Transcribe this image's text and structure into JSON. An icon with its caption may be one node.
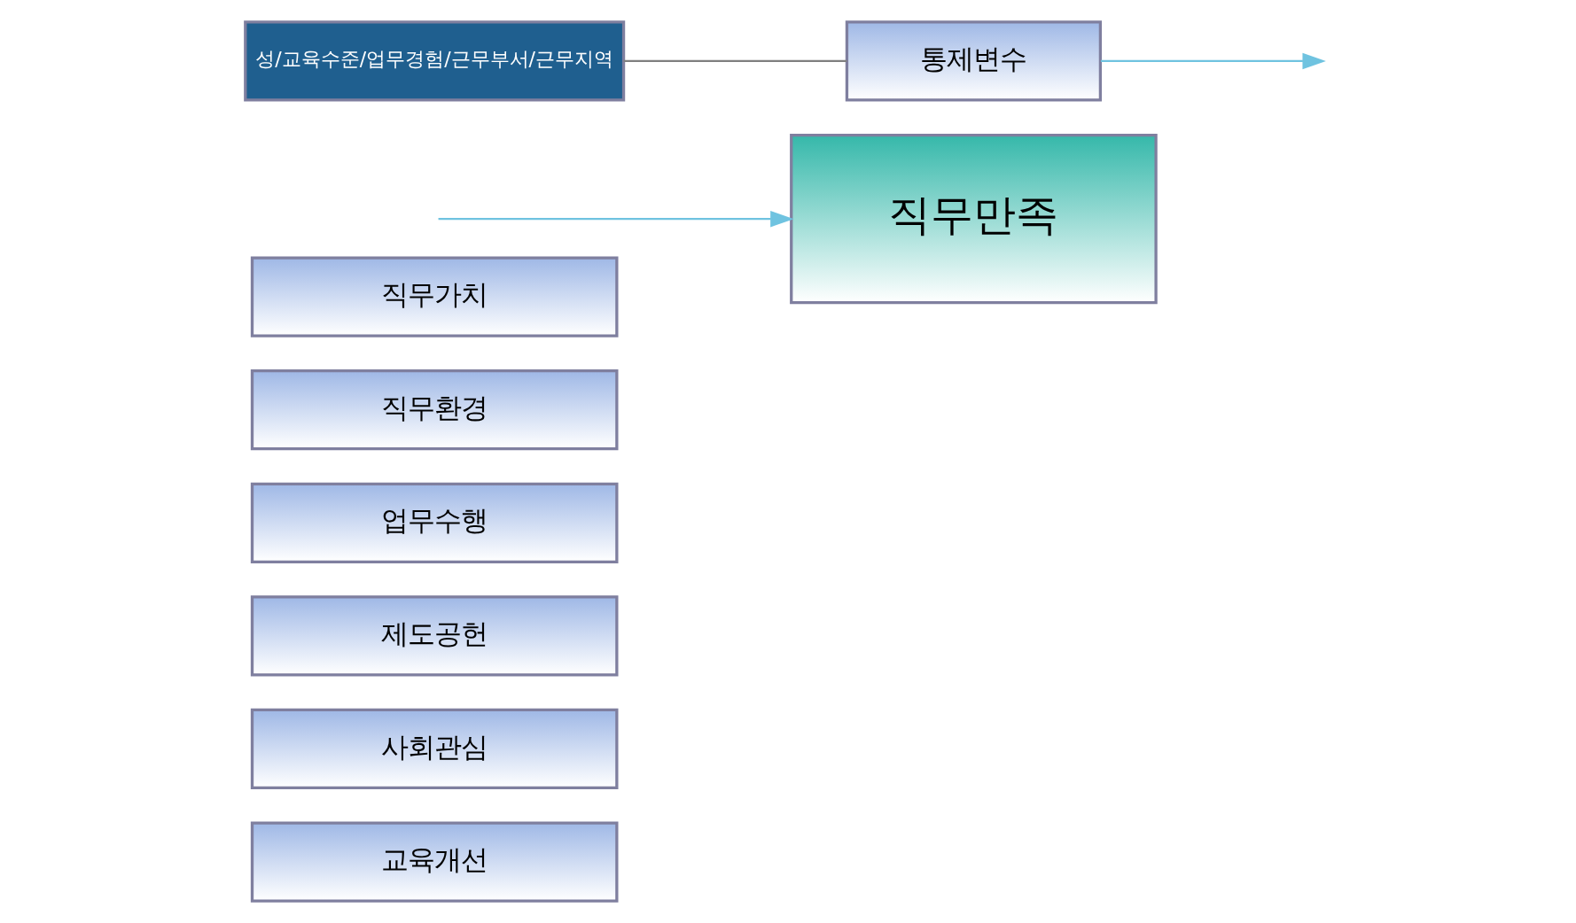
{
  "diagram": {
    "nodes": [
      {
        "text": [
          "직무가치"
        ]
      },
      {
        "text": [
          "직무환경"
        ]
      },
      {
        "text": [
          "업무수행"
        ]
      },
      {
        "text": [
          "제도공헌"
        ]
      },
      {
        "text": [
          "사회관심"
        ]
      },
      {
        "text": [
          "교육개선"
        ]
      },
      {
        "text": [
          "직무만족"
        ]
      },
      {
        "text": [
          "통제변수"
        ]
      },
      {
        "text": [
          "성/교육수준/업무경험/근무부서/근무지역"
        ]
      }
    ],
    "edges": [
      {
        "from": null,
        "to": 6,
        "arrow": "to"
      },
      {
        "from": 7,
        "to": null,
        "arrow": "to"
      },
      {
        "from": 8,
        "to": 7,
        "arrow": "none",
        "color": "#7f7f7f"
      }
    ]
  }
}
